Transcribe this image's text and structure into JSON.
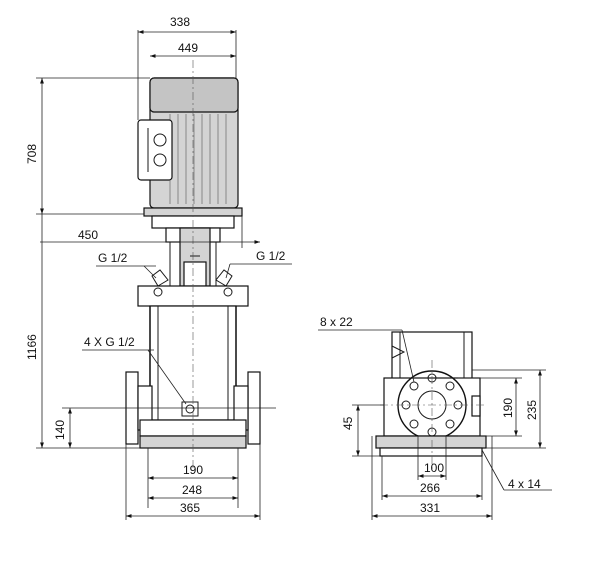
{
  "dimensions": {
    "motor_width": "338",
    "motor_overall_width": "449",
    "motor_height": "708",
    "flange_width": "450",
    "total_height": "1166",
    "inlet_height": "140",
    "base_inner": "190",
    "base_mid": "248",
    "base_outer": "365",
    "side_width_inner": "266",
    "side_width_outer": "331",
    "flange_pcd_inner": "100",
    "side_height_190": "190",
    "side_height_235": "235",
    "side_base_45": "45"
  },
  "callouts": {
    "vent_left": "G 1/2",
    "vent_right": "G 1/2",
    "drain_ports": "4 X G 1/2",
    "flange_bolts": "8 x 22",
    "base_holes": "4 x 14"
  },
  "colors": {
    "line": "#111111",
    "shade": "#d4d4d4"
  }
}
